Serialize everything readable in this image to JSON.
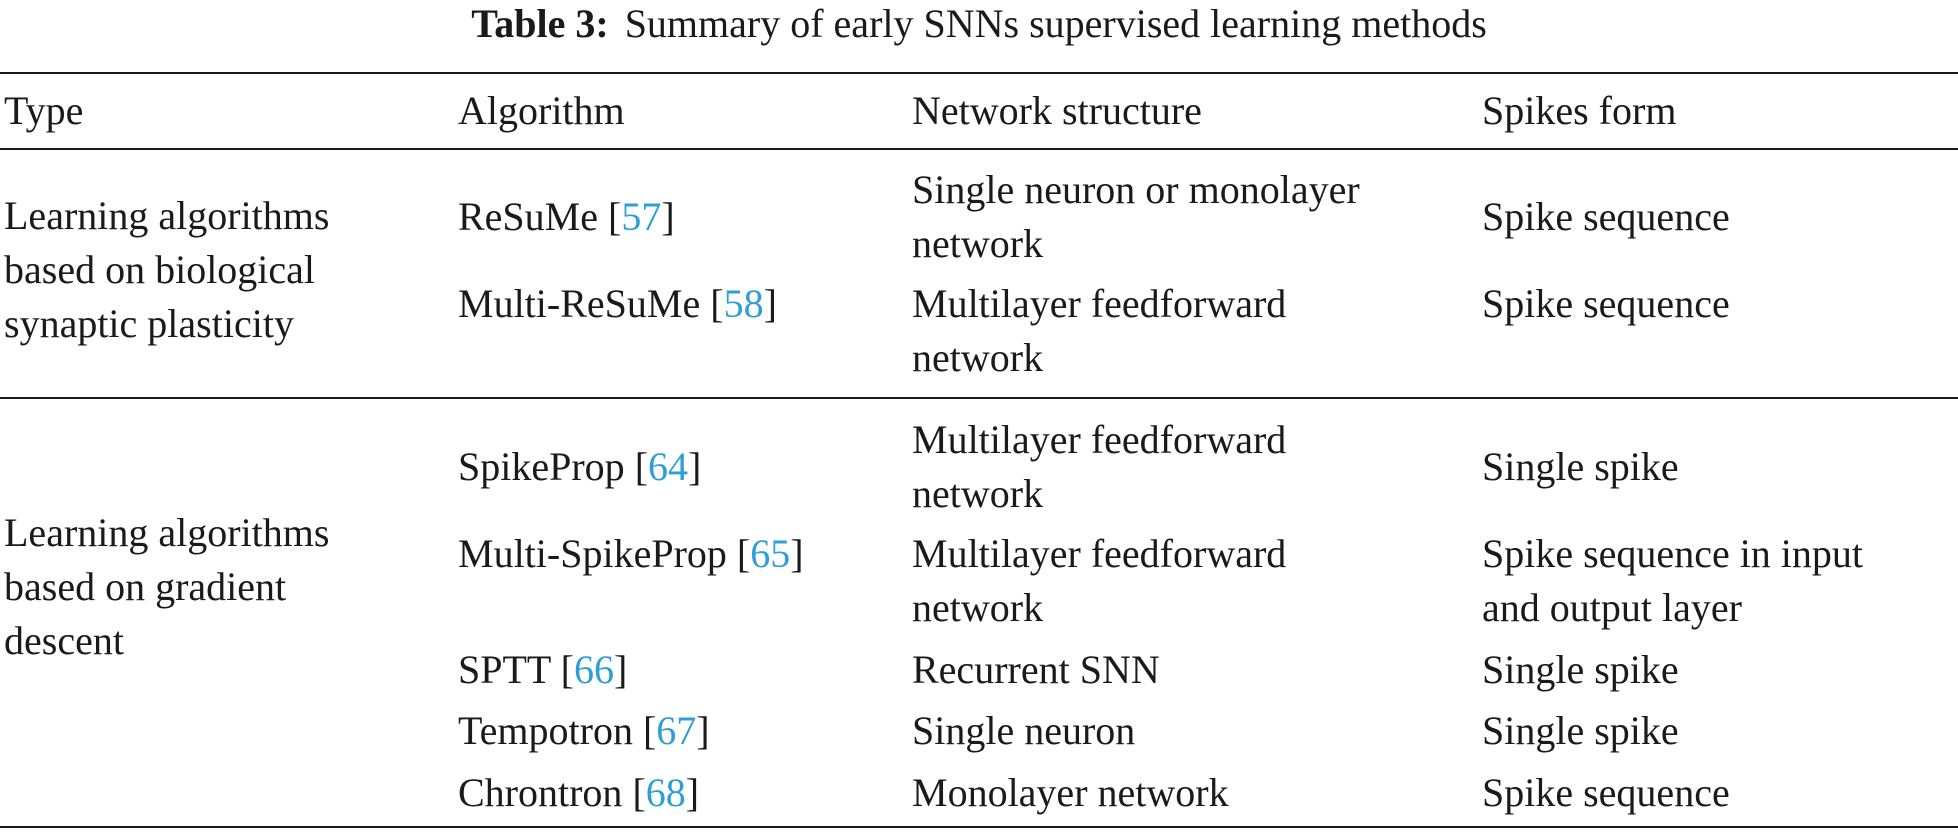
{
  "caption": {
    "label": "Table 3:",
    "text": "Summary of early SNNs supervised learning methods"
  },
  "headers": [
    "Type",
    "Algorithm",
    "Network structure",
    "Spikes form"
  ],
  "groups": [
    {
      "type_lines": [
        "Learning algorithms",
        "based on biological",
        "synaptic plasticity"
      ],
      "rows": [
        {
          "algorithm": "ReSuMe",
          "ref": "57",
          "network_lines": [
            "Single neuron or monolayer",
            "network"
          ],
          "spikes_lines": [
            "Spike sequence"
          ]
        },
        {
          "algorithm": "Multi-ReSuMe",
          "ref": "58",
          "network_lines": [
            "Multilayer feedforward",
            "network"
          ],
          "spikes_lines": [
            "Spike sequence"
          ]
        }
      ]
    },
    {
      "type_lines": [
        "Learning algorithms",
        "based on gradient",
        "descent"
      ],
      "rows": [
        {
          "algorithm": "SpikeProp",
          "ref": "64",
          "network_lines": [
            "Multilayer feedforward",
            "network"
          ],
          "spikes_lines": [
            "Single spike"
          ]
        },
        {
          "algorithm": "Multi-SpikeProp",
          "ref": "65",
          "network_lines": [
            "Multilayer feedforward",
            "network"
          ],
          "spikes_lines": [
            "Spike sequence in input",
            "and output layer"
          ]
        },
        {
          "algorithm": "SPTT",
          "ref": "66",
          "network_lines": [
            "Recurrent SNN"
          ],
          "spikes_lines": [
            "Single spike"
          ]
        },
        {
          "algorithm": "Tempotron",
          "ref": "67",
          "network_lines": [
            "Single neuron"
          ],
          "spikes_lines": [
            "Single spike"
          ]
        },
        {
          "algorithm": "Chrontron",
          "ref": "68",
          "network_lines": [
            "Monolayer network"
          ],
          "spikes_lines": [
            "Spike sequence"
          ]
        }
      ]
    }
  ],
  "colors": {
    "text": "#1a1a1a",
    "reference_link": "#2e9fd6"
  }
}
